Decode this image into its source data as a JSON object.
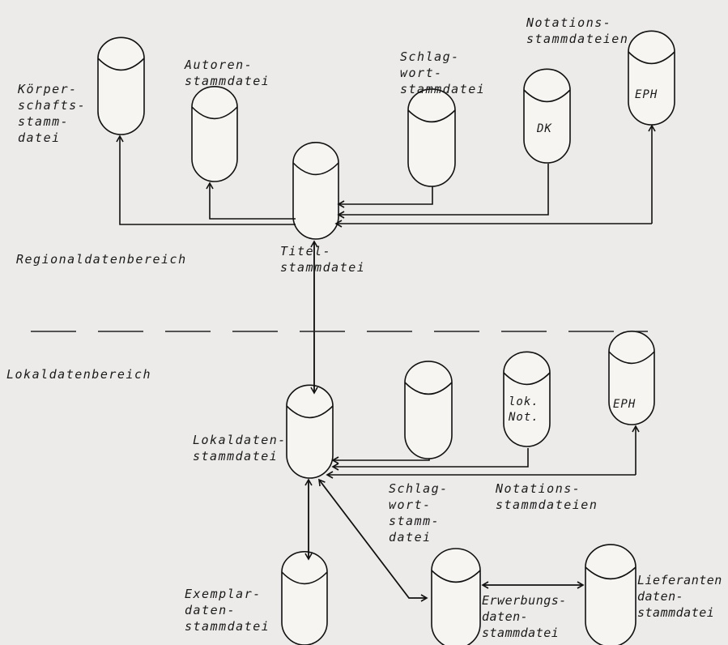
{
  "regions": {
    "regional": "Regionaldatenbereich",
    "local": "Lokaldatenbereich"
  },
  "regional_files": {
    "koerperschaft": "Körper-\nschafts-\nstamm-\ndatei",
    "autoren": "Autoren-\nstammdatei",
    "schlagwort": "Schlag-\nwort-\nstammdatei",
    "notations_group": "Notations-\nstammdateien",
    "dk": "DK",
    "eph": "EPH",
    "titel": "Titel-\nstammdatei"
  },
  "local_files": {
    "lokaldaten": "Lokaldaten-\nstammdatei",
    "lok_not": "lok.\nNot.",
    "eph": "EPH",
    "schlagwort": "Schlag-\nwort-\nstamm-\ndatei",
    "notations_group": "Notations-\nstammdateien",
    "exemplar": "Exemplar-\ndaten-\nstammdatei",
    "erwerbung": "Erwerbungs-\ndaten-\nstammdatei",
    "lieferanten": "Lieferanten\ndaten-\nstammdatei"
  },
  "colors": {
    "ink": "#111111",
    "paper": "#ecebe9"
  }
}
